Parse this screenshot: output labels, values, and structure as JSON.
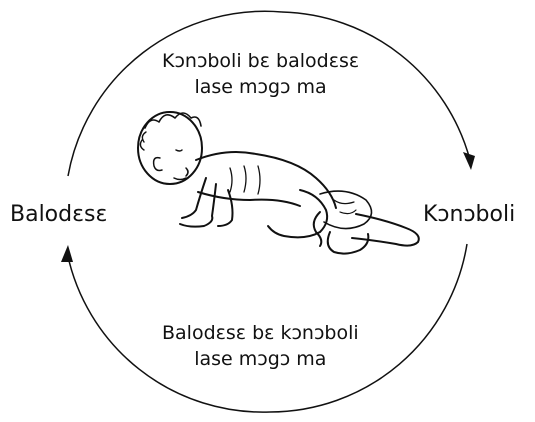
{
  "diagram": {
    "top_caption": {
      "line1": "Kɔnɔboli bɛ balodɛsɛ",
      "line2": "lase mɔgɔ ma"
    },
    "bottom_caption": {
      "line1": "Balodɛsɛ bɛ kɔnɔboli",
      "line2": "lase mɔgɔ ma"
    },
    "left_label": "Balodɛsɛ",
    "right_label": "Kɔnɔboli",
    "illustration": "malnourished-child-crawling",
    "stroke_color": "#111111"
  }
}
